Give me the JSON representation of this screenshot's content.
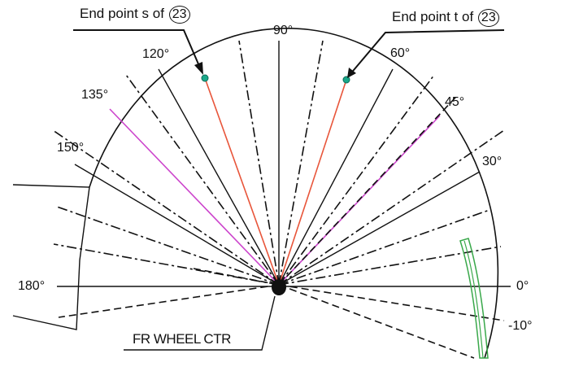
{
  "callouts": {
    "end_s_text": "End point s of",
    "end_s_ref": "23",
    "end_t_text": "End point  t of",
    "end_t_ref": "23"
  },
  "center_label": "FR WHEEL CTR",
  "angle_labels": {
    "a90": "90°",
    "a120": "120°",
    "a60": "60°",
    "a135": "135°",
    "a45": "45°",
    "a150": "150°",
    "a30": "30°",
    "a180": "180°",
    "a0": "0°",
    "am10": "-10°"
  },
  "colors": {
    "line": "#111111",
    "red_line": "#e8553a",
    "magenta_line": "#cc44cc",
    "endpoint_fill": "#1aa88a",
    "green_outline": "#39a84a"
  }
}
